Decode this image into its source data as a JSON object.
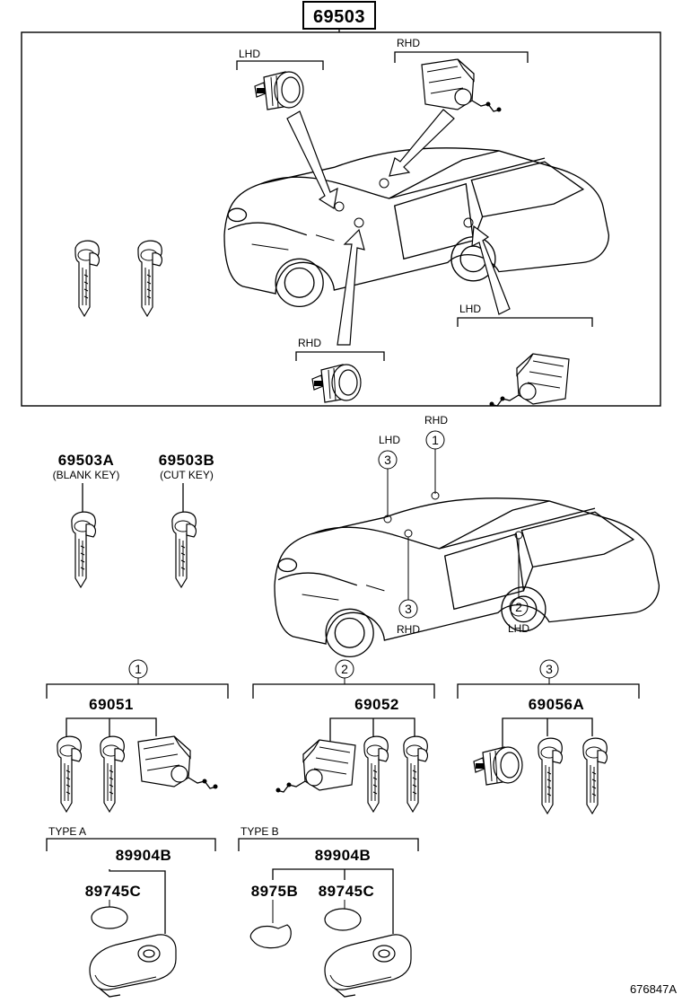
{
  "assembly": {
    "part_number": "69503",
    "lhd_label_left": "LHD",
    "rhd_label_right": "RHD",
    "lhd_label_door": "LHD",
    "rhd_label_trunk": "RHD"
  },
  "keys": {
    "blank_key_part": "69503A",
    "blank_key_label": "(BLANK KEY)",
    "cut_key_part": "69503B",
    "cut_key_label": "(CUT KEY)"
  },
  "locator": {
    "c1": "1",
    "c1_label": "RHD",
    "c3_top": "3",
    "c3_top_label": "LHD",
    "c3_bottom": "3",
    "c3_bottom_label": "RHD",
    "c2": "2",
    "c2_label": "LHD"
  },
  "sets": [
    {
      "index": "1",
      "part": "69051"
    },
    {
      "index": "2",
      "part": "69052"
    },
    {
      "index": "3",
      "part": "69056A"
    }
  ],
  "remotes": {
    "type_a_label": "TYPE  A",
    "type_a_part": "89904B",
    "type_a_battery": "89745C",
    "type_b_label": "TYPE  B",
    "type_b_part": "89904B",
    "type_b_cover": "8975B",
    "type_b_battery": "89745C"
  },
  "footer": {
    "illustration_id": "676847A"
  }
}
